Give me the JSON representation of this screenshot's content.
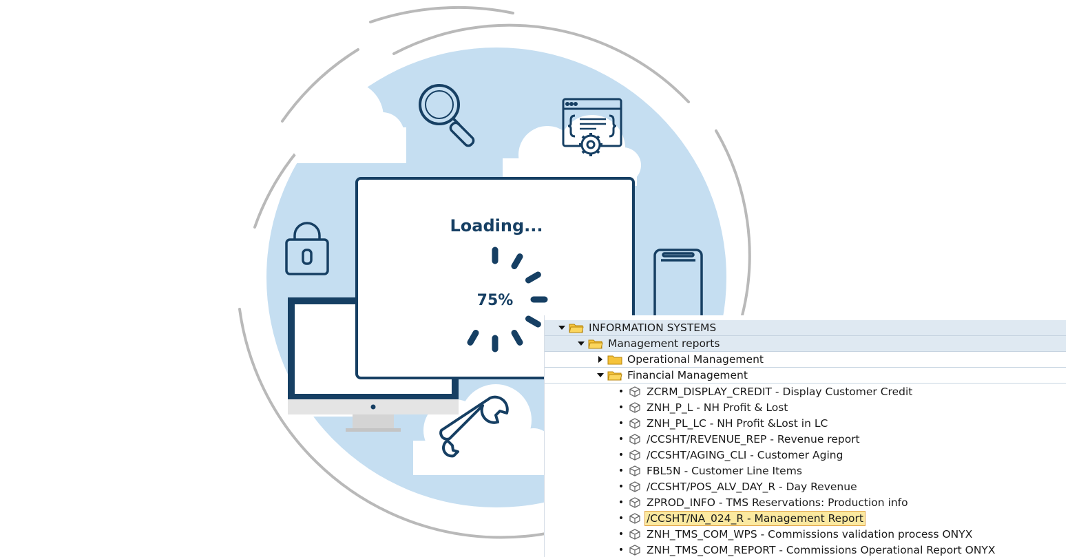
{
  "loading_screen": {
    "title": "Loading...",
    "percent": "75%",
    "progress_fraction": 0.75
  },
  "colors": {
    "circle_fill": "#c5def1",
    "dark_blue": "#163f63",
    "ring_gray": "#b9b9b9",
    "cloud": "#ffffff",
    "tree_header_bg": "#dfe9f2",
    "selection_bg": "#fbe9a0",
    "selection_border": "#e3a64a",
    "folder_yellow": "#f5c33b"
  },
  "icons": {
    "search": "magnifier-icon",
    "code": "code-settings-icon",
    "lock": "padlock-icon",
    "mobile": "smartphone-icon",
    "desktop": "desktop-monitor-icon",
    "wrench": "wrench-icon",
    "folder": "folder-icon",
    "transaction": "cube-icon"
  },
  "tree": {
    "root": "INFORMATION SYSTEMS",
    "management_reports": "Management reports",
    "operational": "Operational Management",
    "financial": "Financial Management",
    "items": [
      {
        "label": "ZCRM_DISPLAY_CREDIT - Display Customer Credit"
      },
      {
        "label": "ZNH_P_L - NH Profit & Lost"
      },
      {
        "label": "ZNH_PL_LC - NH Profit &Lost in LC"
      },
      {
        "label": "/CCSHT/REVENUE_REP - Revenue report"
      },
      {
        "label": "/CCSHT/AGING_CLI - Customer Aging"
      },
      {
        "label": "FBL5N - Customer Line Items"
      },
      {
        "label": "/CCSHT/POS_ALV_DAY_R - Day Revenue"
      },
      {
        "label": "ZPROD_INFO - TMS Reservations: Production info"
      },
      {
        "label": "/CCSHT/NA_024_R - Management Report"
      },
      {
        "label": "ZNH_TMS_COM_WPS - Commissions validation process ONYX"
      },
      {
        "label": "ZNH_TMS_COM_REPORT - Commissions Operational Report ONYX"
      }
    ]
  }
}
